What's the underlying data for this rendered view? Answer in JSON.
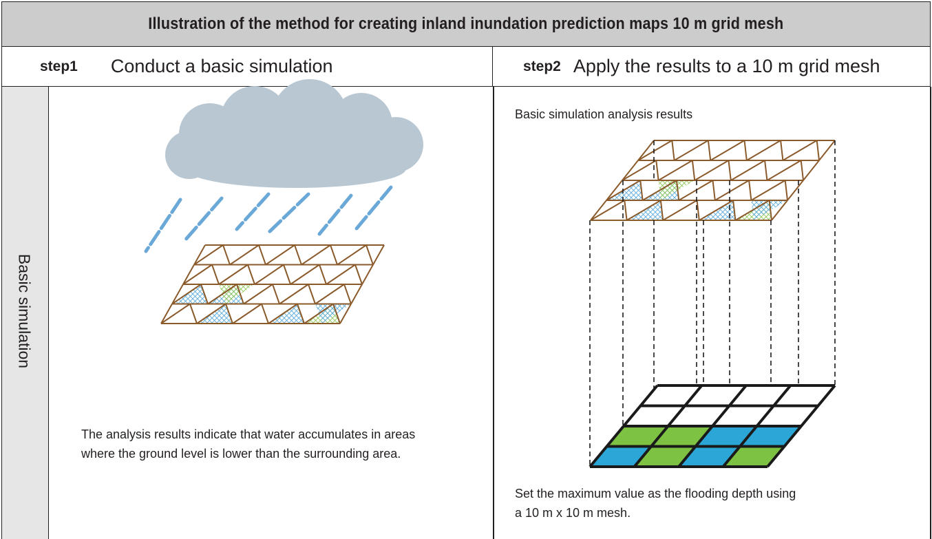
{
  "title": "Illustration of the method for creating inland inundation prediction maps  10 m grid mesh",
  "step1": {
    "tag": "step1",
    "title": "Conduct a basic simulation"
  },
  "step2": {
    "tag": "step2",
    "title": "Apply the results to a 10 m grid mesh"
  },
  "side_label": "Basic simulation",
  "left_caption_line1": "The analysis results indicate that water accumulates in areas",
  "left_caption_line2": "where the ground level is lower than the surrounding area.",
  "right_top_label": "Basic simulation analysis results",
  "right_caption_line1": "Set the maximum value as the flooding depth using",
  "right_caption_line2": "a 10 m x 10 m mesh.",
  "colors": {
    "cloud": "#b9c7d2",
    "rain": "#6aa8d8",
    "tri_mesh": "#8b5a2b",
    "water_blue": "#2ba6d6",
    "water_green": "#7dc242",
    "grid_line": "#1a1a1a"
  },
  "grid_mesh_cells": [
    [
      "empty",
      "empty",
      "empty",
      "empty"
    ],
    [
      "empty",
      "empty",
      "empty",
      "empty"
    ],
    [
      "green",
      "green",
      "blue",
      "blue"
    ],
    [
      "blue",
      "green",
      "blue",
      "green"
    ]
  ]
}
